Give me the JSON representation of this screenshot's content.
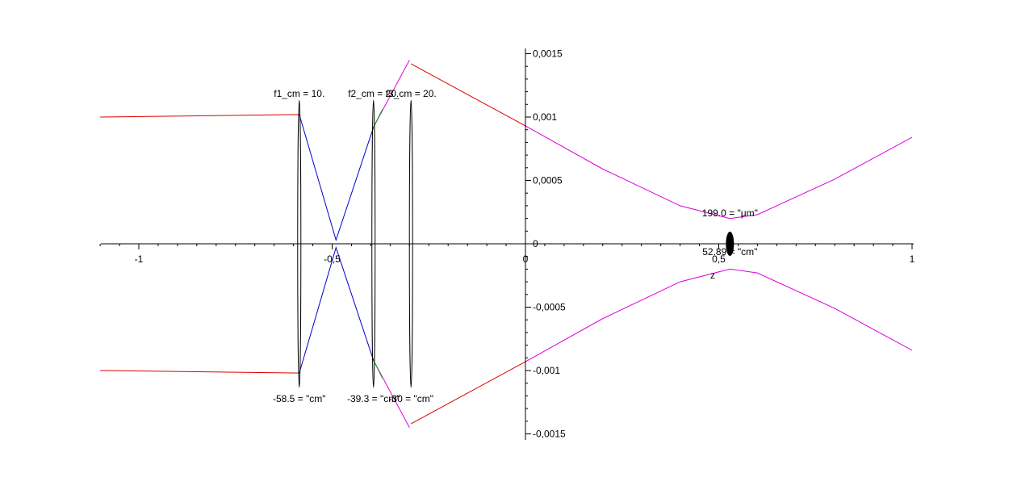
{
  "chart_data": {
    "type": "line",
    "xlabel": "z",
    "ylabel": "",
    "xlim": [
      -1.1,
      1.0
    ],
    "ylim": [
      -0.0015,
      0.0015
    ],
    "grid": false,
    "x_tick_labels": [
      "-1",
      "-0,5",
      "0",
      "0,5",
      "1"
    ],
    "x_tick_values": [
      -1,
      -0.5,
      0,
      0.5,
      1
    ],
    "y_tick_labels": [
      "0,0015",
      "0,001",
      "0,0005",
      "0",
      "-0,0005",
      "-0,001",
      "-0,0015"
    ],
    "y_tick_values": [
      0.0015,
      0.001,
      0.0005,
      0,
      -0.0005,
      -0.001,
      -0.0015
    ],
    "colors": {
      "input_beam": "#dd0000",
      "focus_beam": "#0000cc",
      "output_beam": "#dd00dd",
      "lens": "#000000",
      "green_segment": "#00aa00"
    },
    "series": [
      {
        "color": "red",
        "x": [
          -1.1,
          -0.585
        ],
        "y": [
          0.001,
          0.00102
        ]
      },
      {
        "color": "blue",
        "x": [
          -0.585,
          -0.49,
          -0.393
        ],
        "y": [
          0.00102,
          3e-05,
          0.00092
        ]
      },
      {
        "color": "magenta",
        "x": [
          -0.393,
          -0.3
        ],
        "y": [
          0.00092,
          0.00145
        ]
      },
      {
        "color": "red",
        "x": [
          -0.296,
          0.0
        ],
        "y": [
          0.00142,
          0.00093
        ]
      },
      {
        "color": "magenta",
        "x": [
          0.0,
          0.2,
          0.4,
          0.5289,
          0.6,
          0.8,
          1.0
        ],
        "y": [
          0.00093,
          0.00059,
          0.0003,
          0.000199,
          0.00023,
          0.00051,
          0.00084
        ]
      }
    ],
    "lenses": [
      {
        "z": -0.585,
        "label": "f1_cm = 10."
      },
      {
        "z": -0.393,
        "label": "f2_cm = 20."
      },
      {
        "z": -0.296,
        "label": "f3_cm = 20."
      }
    ],
    "position_labels": [
      {
        "z": -0.585,
        "text": "-58.5 = \"cm\""
      },
      {
        "z": -0.393,
        "text": "-39.3 = \"cm\""
      },
      {
        "z": -0.296,
        "text": "-30 = \"cm\""
      }
    ],
    "waist": {
      "z": 0.5289,
      "radius": 0.000199,
      "radius_label": "199.0 = \"μm\"",
      "position_label": "52.89 = \"cm\""
    }
  }
}
